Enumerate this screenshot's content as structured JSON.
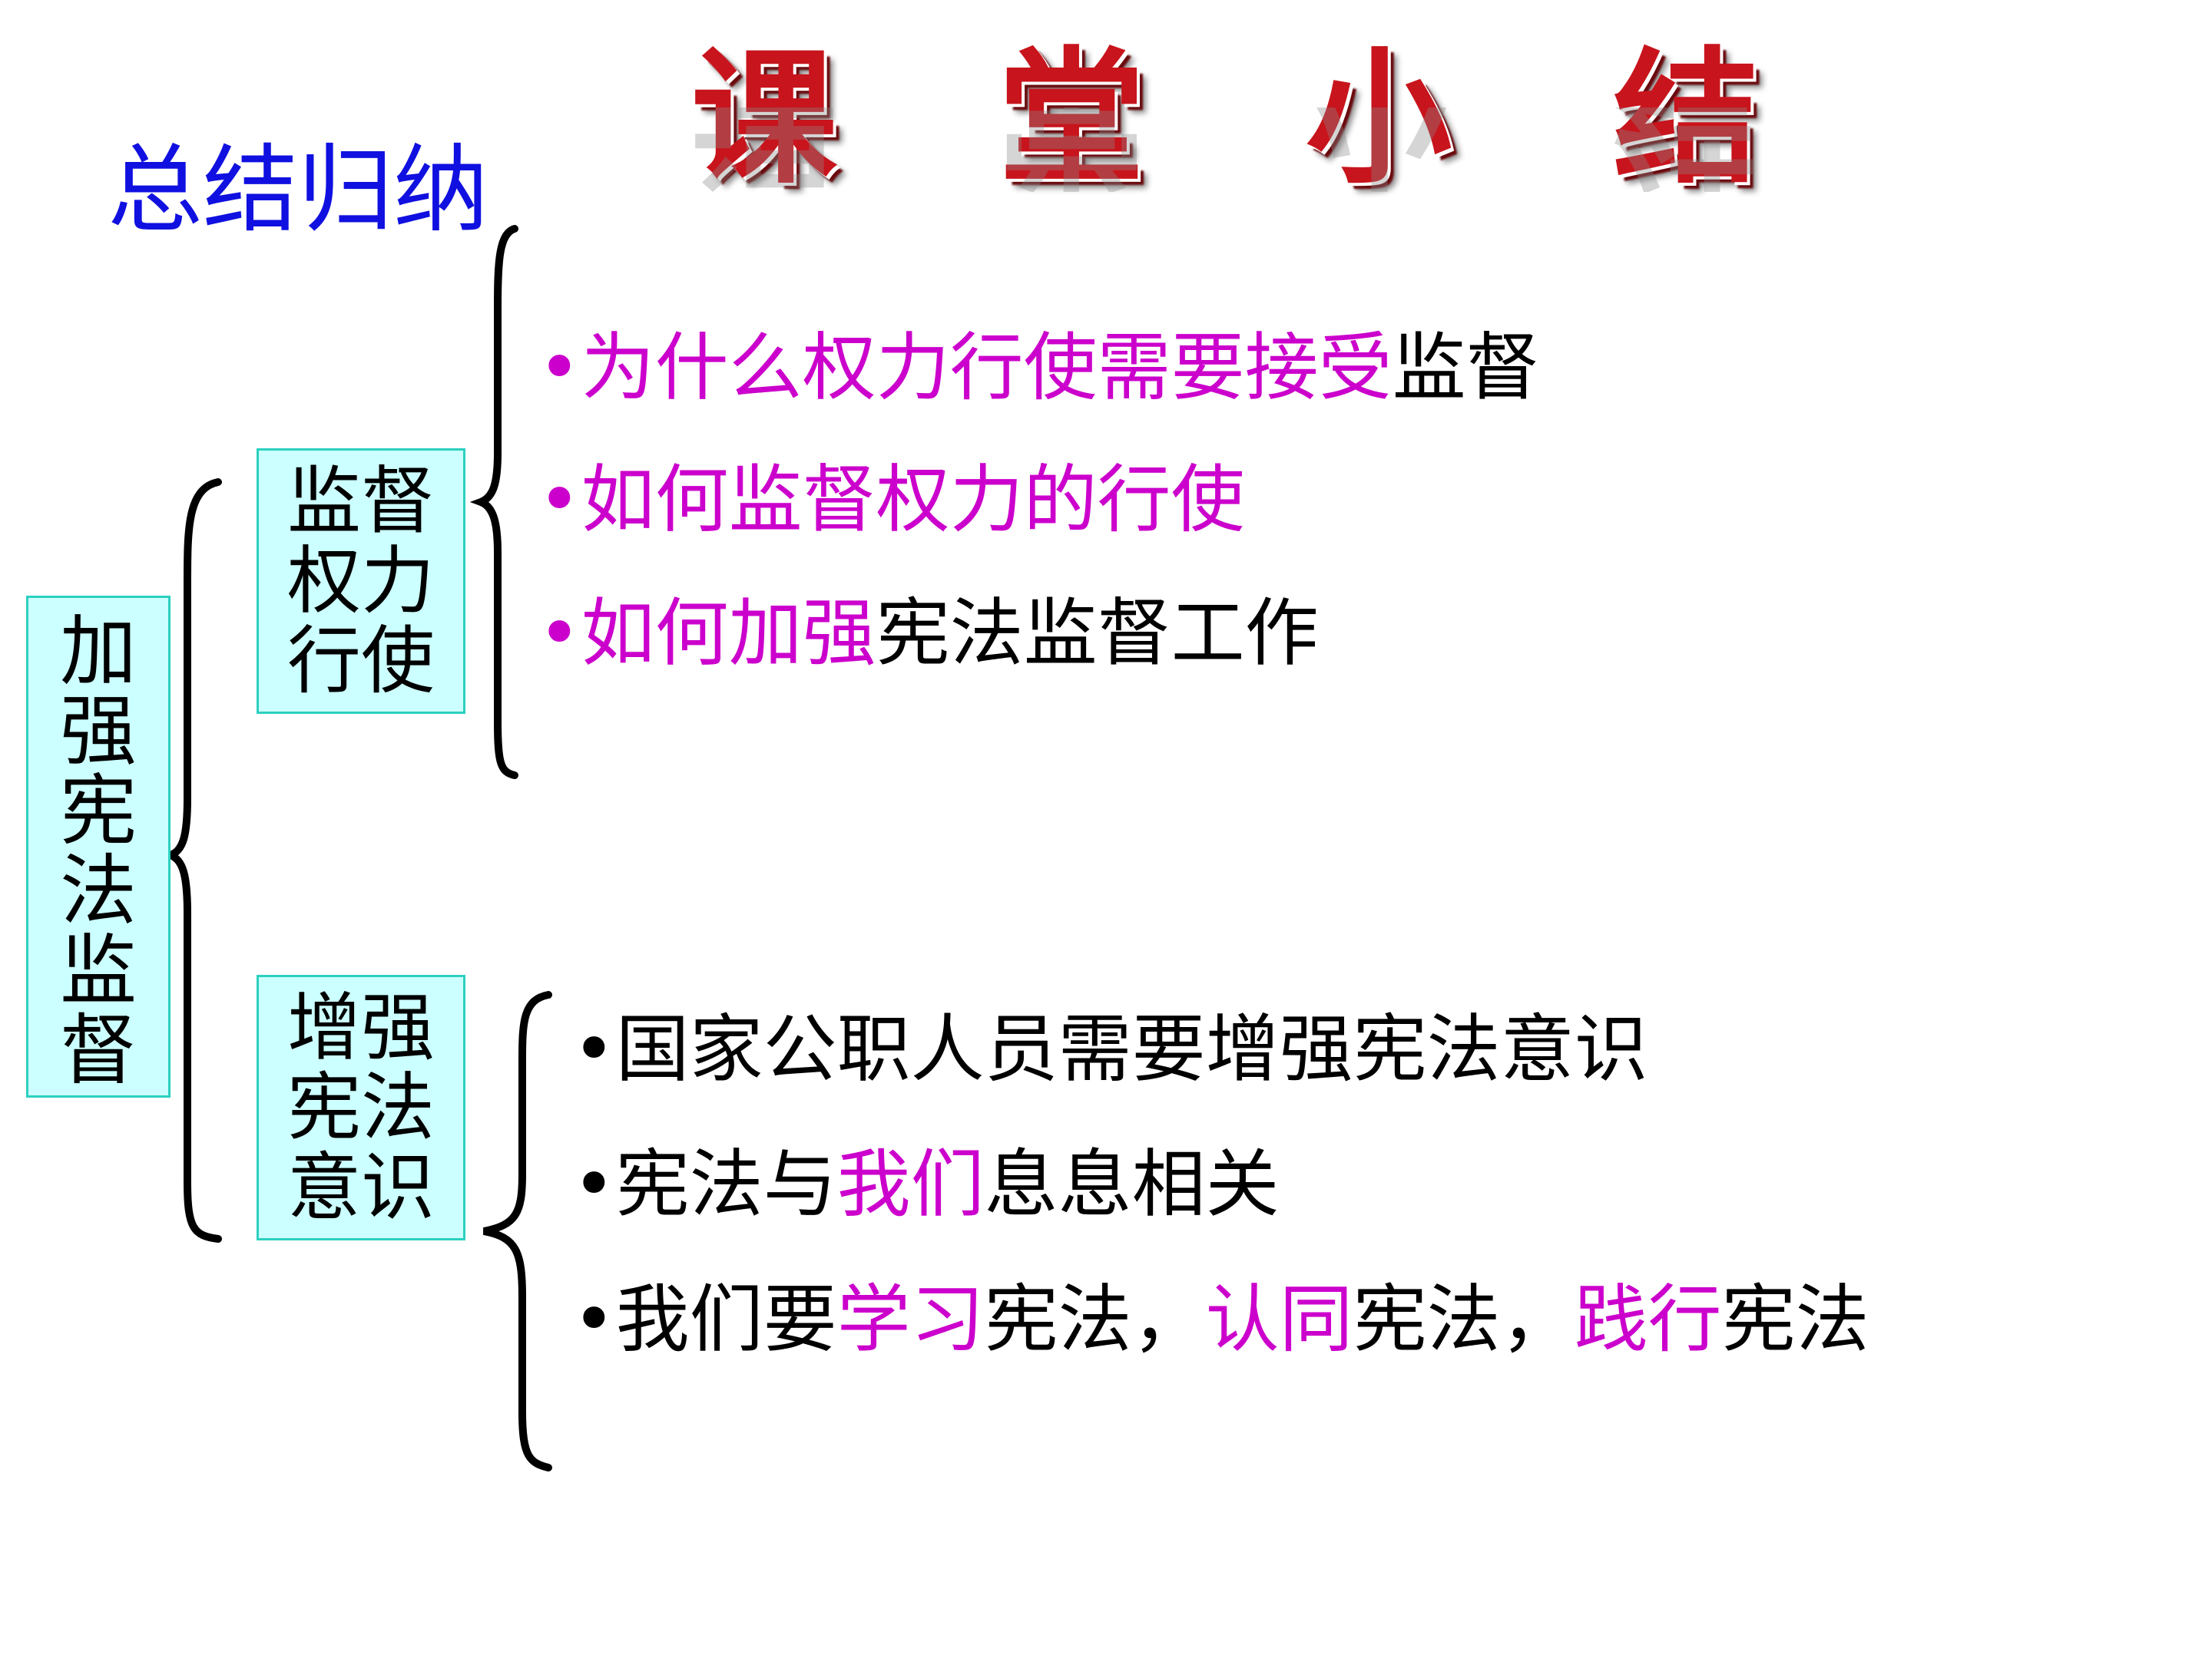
{
  "title": "课 堂 小 结",
  "summary_label": "总结归纳",
  "root": {
    "chars": [
      "加",
      "强",
      "宪",
      "法",
      "监",
      "督"
    ]
  },
  "branches": [
    {
      "lines": [
        "监督",
        "权力",
        "行使"
      ],
      "items": [
        {
          "bullet": "•",
          "parts": [
            {
              "text": "为什么权力行使需要接受",
              "highlight": true
            },
            {
              "text": "监督",
              "highlight": false
            }
          ]
        },
        {
          "bullet": "•",
          "parts": [
            {
              "text": "如何监督权力的行使",
              "highlight": true
            }
          ]
        },
        {
          "bullet": "•",
          "parts": [
            {
              "text": "如何加强",
              "highlight": true
            },
            {
              "text": "宪法监督工作",
              "highlight": false
            }
          ]
        }
      ]
    },
    {
      "lines": [
        "增强",
        "宪法",
        "意识"
      ],
      "items": [
        {
          "bullet": "•",
          "parts": [
            {
              "text": "国家公职人员需要增强宪法意识",
              "highlight": false
            }
          ]
        },
        {
          "bullet": "•",
          "parts": [
            {
              "text": "宪法与",
              "highlight": false
            },
            {
              "text": "我们",
              "highlight": true
            },
            {
              "text": "息息相关",
              "highlight": false
            }
          ]
        },
        {
          "bullet": "•",
          "parts": [
            {
              "text": "我们要",
              "highlight": false
            },
            {
              "text": "学习",
              "highlight": true
            },
            {
              "text": "宪法，",
              "highlight": false
            },
            {
              "text": "认同",
              "highlight": true
            },
            {
              "text": "宪法，",
              "highlight": false
            },
            {
              "text": "践行",
              "highlight": true
            },
            {
              "text": "宪法",
              "highlight": false
            }
          ]
        }
      ]
    }
  ],
  "colors": {
    "title": "#c8141c",
    "summary": "#1010e0",
    "highlight": "#cc00cc",
    "box_fill": "#ccffff",
    "box_border": "#2cd0c0"
  }
}
